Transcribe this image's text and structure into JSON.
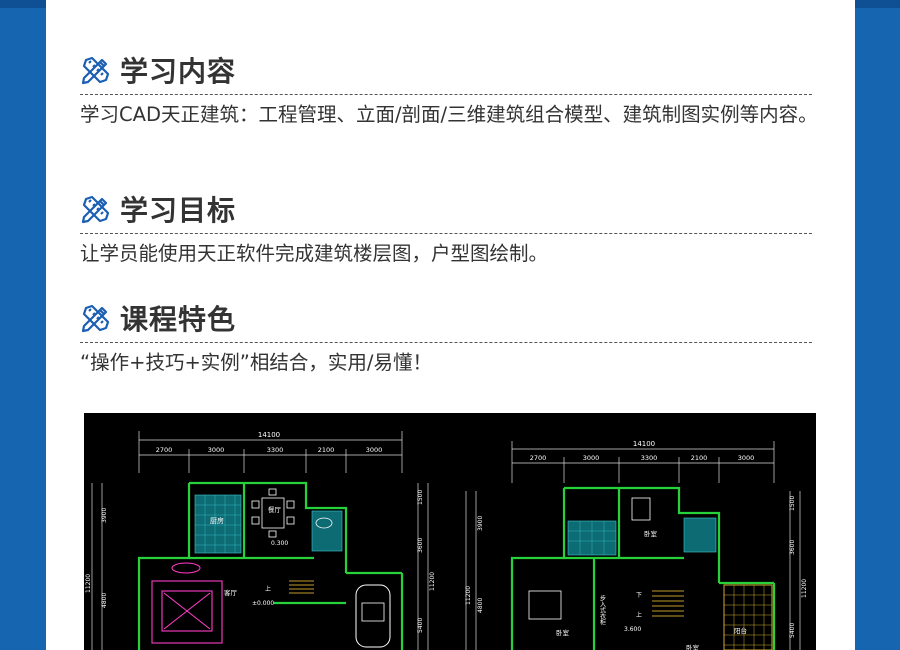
{
  "sections": [
    {
      "icon": "pencil-ruler-icon",
      "title": "学习内容",
      "body": "学习CAD天正建筑：工程管理、立面/剖面/三维建筑组合模型、建筑制图实例等内容。"
    },
    {
      "icon": "pencil-ruler-icon",
      "title": "学习目标",
      "body": "让学员能使用天正软件完成建筑楼层图，户型图绘制。"
    },
    {
      "icon": "pencil-ruler-icon",
      "title": "课程特色",
      "body": "“操作+技巧+实例”相结合，实用/易懂！"
    }
  ],
  "drawing": {
    "left": {
      "total": "14100",
      "dims": [
        "2700",
        "3000",
        "3300",
        "2100",
        "3000"
      ],
      "side_left": [
        "3900",
        "11200",
        "4800"
      ],
      "side_right": [
        "1500",
        "3600",
        "11200",
        "5400"
      ],
      "rooms": [
        "厨房",
        "餐厅",
        "客厅",
        "上"
      ],
      "elev_1": "0.300",
      "elev_2": "±0.000"
    },
    "right": {
      "total": "14100",
      "dims": [
        "2700",
        "3000",
        "3300",
        "2100",
        "3000"
      ],
      "side_left": [
        "3900",
        "11200",
        "4800"
      ],
      "side_right": [
        "1500",
        "3600",
        "11200",
        "5400"
      ],
      "rooms": [
        "卧室",
        "卧室",
        "卧室",
        "下",
        "上",
        "阳台",
        "步入式衣柜"
      ],
      "elev_1": "3.600"
    }
  },
  "colors": {
    "accent_blue": "#1565b0",
    "icon_blue": "#1a5fb4",
    "text": "#333333"
  }
}
